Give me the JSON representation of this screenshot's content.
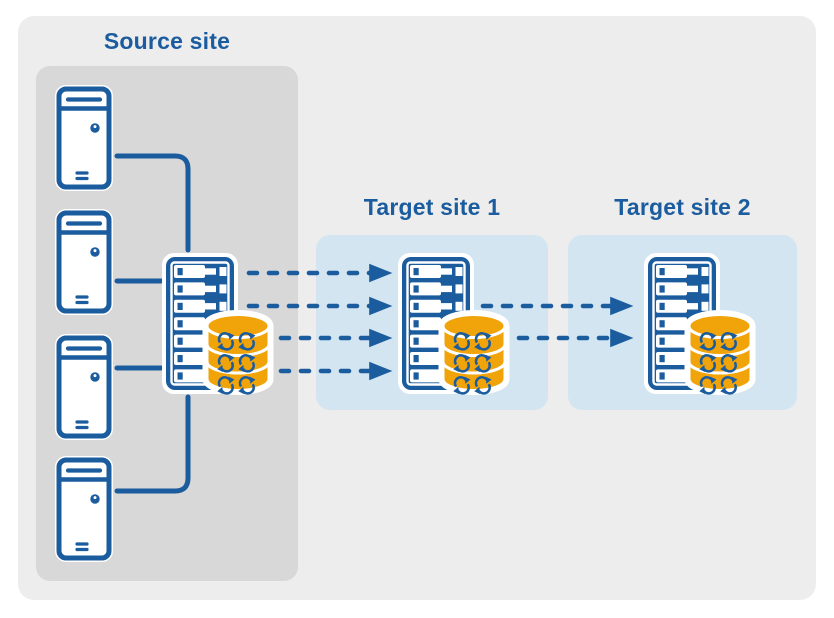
{
  "sites": {
    "source": {
      "label": "Source site",
      "workstations": 4,
      "servers": 1,
      "database_stacks": 1
    },
    "target1": {
      "label": "Target site 1",
      "servers": 1,
      "database_stacks": 1
    },
    "target2": {
      "label": "Target site 2",
      "servers": 1,
      "database_stacks": 1
    }
  },
  "flows": [
    {
      "from": "source-server",
      "to": "target1-server",
      "style": "dashed-arrow",
      "arrow_count": 4
    },
    {
      "from": "target1-server",
      "to": "target2-server",
      "style": "dashed-arrow",
      "arrow_count": 2
    }
  ],
  "workstation_links": [
    {
      "from": "workstation-1",
      "to": "source-server",
      "style": "solid-line"
    },
    {
      "from": "workstation-2",
      "to": "source-server",
      "style": "solid-line"
    },
    {
      "from": "workstation-3",
      "to": "source-server",
      "style": "solid-line"
    },
    {
      "from": "workstation-4",
      "to": "source-server",
      "style": "solid-line"
    }
  ],
  "icons": {
    "workstation": "tower-computer-icon",
    "server": "rack-server-icon",
    "database": "database-cylinder-stack-icon",
    "sync": "sync-arrows-icon",
    "arrow": "dashed-arrow-icon"
  },
  "colors": {
    "blue": "#1b5c9e",
    "gold": "#f1a40a",
    "target_panel_blue": "#d2e5f1",
    "source_panel_gray": "#d8d8d8",
    "canvas_gray": "#ededed",
    "background": "#ffffff"
  }
}
